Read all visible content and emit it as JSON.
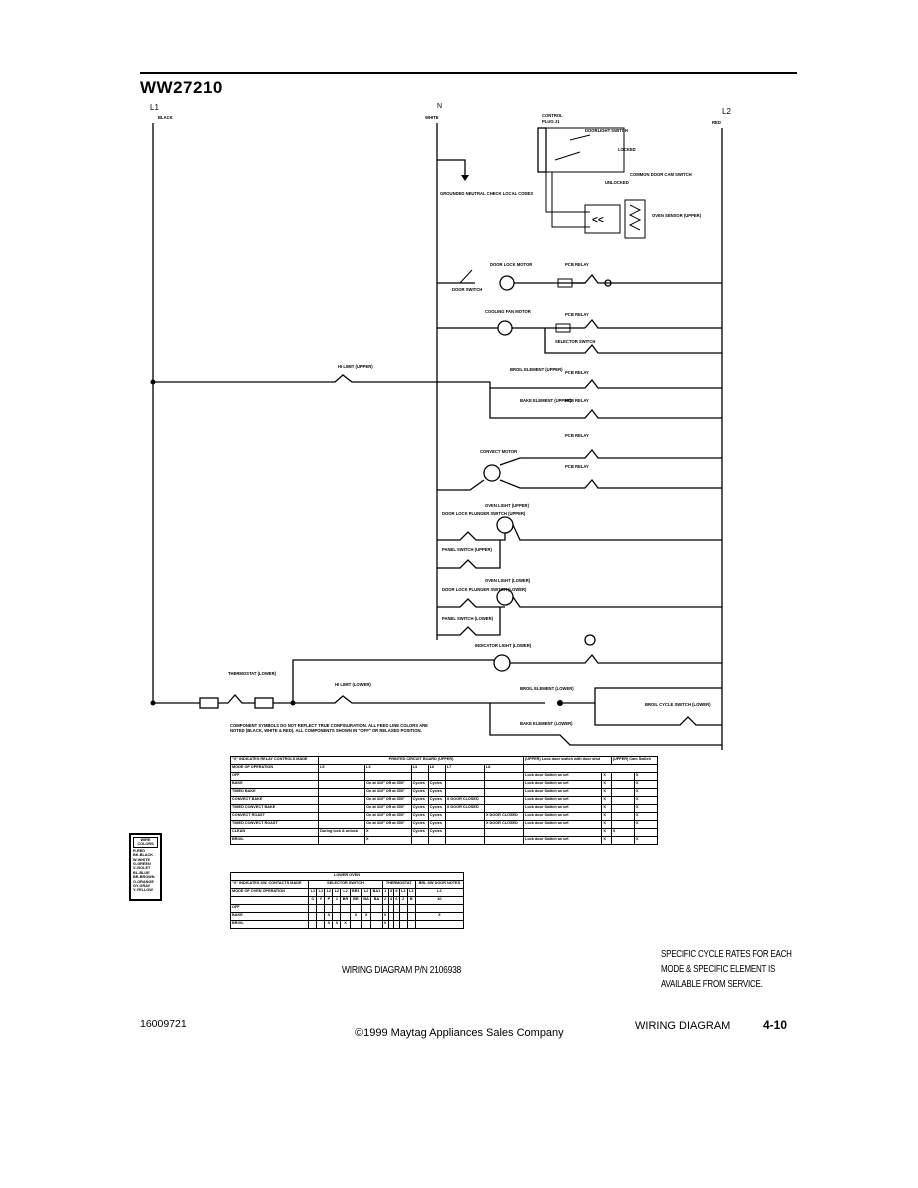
{
  "model": "WW27210",
  "lines": {
    "l1": "L1",
    "l1_color": "BLACK",
    "n": "N",
    "n_color": "WHITE",
    "l2": "L2",
    "l2_color": "RED"
  },
  "components": {
    "control": "CONTROL",
    "control_plug": "PLUG J1",
    "door_light_switch": "DOORLIGHT SWITCH",
    "locked": "LOCKED",
    "unlocked": "UNLOCKED",
    "common_cam_switch": "COMMON DOOR CAM SWITCH",
    "oven_sensor": "OVEN SENSOR (UPPER)",
    "grounded_neutral": "GROUNDED NEUTRAL CHECK LOCAL CODES",
    "door_lock_motor": "DOOR LOCK MOTOR",
    "door_switch": "DOOR SWITCH",
    "cooling_fan_motor": "COOLING FAN MOTOR",
    "selector_switch": "SELECTOR SWITCH",
    "hi_limit_upper": "HI LIMIT (UPPER)",
    "broil_element_upper": "BROIL ELEMENT (UPPER)",
    "bake_element_upper": "BAKE ELEMENT (UPPER)",
    "convect_motor": "CONVECT MOTOR",
    "door_lock_plunger_upper": "DOOR LOCK PLUNGER SWITCH (UPPER)",
    "oven_light_upper": "OVEN LIGHT (UPPER)",
    "panel_switch_upper": "PANEL SWITCH (UPPER)",
    "door_lock_plunger_lower": "DOOR LOCK PLUNGER SWITCH (LOWER)",
    "oven_light_lower": "OVEN LIGHT (LOWER)",
    "panel_switch_lower": "PANEL SWITCH (LOWER)",
    "indicator_light": "INDICATOR LIGHT (LOWER)",
    "thermostat_lower": "THERMOSTAT (LOWER)",
    "hi_limit_lower": "HI LIMIT (LOWER)",
    "broil_element_lower": "BROIL ELEMENT (LOWER)",
    "broil_cycle_switch": "BROIL CYCLE SWITCH (LOWER)",
    "bake_element_lower": "BAKE ELEMENT (LOWER)",
    "pcb_relay": "PCB RELAY"
  },
  "component_note": "COMPONENT SYMBOLS DO NOT REFLECT TRUE CONFIGURATION. ALL FEED LINE COLORS ARE NOTED (BLACK, WHITE & RED). ALL COMPONENTS SHOWN IN \"OFF\" OR RELAXED POSITION.",
  "wire_colors": {
    "title": "WIRE COLORS",
    "items": [
      "R-RED",
      "BK-BLACK",
      "W-WHITE",
      "G-GREEN",
      "V-VIOLET",
      "BL-BLUE",
      "BR-BROWN",
      "O-ORANGE",
      "GY-GRAY",
      "Y-YELLOW"
    ]
  },
  "pcb_table": {
    "corner": "\"X\" INDICATES RELAY CONTROLS MADE",
    "header": "PRINTED CIRCUIT BOARD (UPPER)",
    "upper_lock": "(UPPER) Lock door switch with door shut",
    "upper_cam": "(UPPER) Cam Switch",
    "mode_label": "MODE OF OPERATION",
    "cols": [
      "L5",
      "L3",
      "L4",
      "L6",
      "L7",
      "L8"
    ],
    "rows": [
      [
        "OFF",
        "",
        "",
        "",
        "",
        "",
        "",
        "Lock door Switch as set",
        "X",
        "",
        "X"
      ],
      [
        "BAKE",
        "",
        "On at 310° Off at 300°",
        "Cycles",
        "Cycles",
        "",
        "",
        "Lock door Switch as set",
        "X",
        "",
        "X"
      ],
      [
        "TIMED BAKE",
        "",
        "On at 310° Off at 300°",
        "Cycles",
        "Cycles",
        "",
        "",
        "Lock door Switch as set",
        "X",
        "",
        "X"
      ],
      [
        "CONVECT BAKE",
        "",
        "On at 310° Off at 300°",
        "Cycles",
        "Cycles",
        "X DOOR CLOSED",
        "",
        "Lock door Switch as set",
        "X",
        "",
        "X"
      ],
      [
        "TIMED CONVECT BAKE",
        "",
        "On at 310° Off at 300°",
        "Cycles",
        "Cycles",
        "X DOOR CLOSED",
        "",
        "Lock door Switch as set",
        "X",
        "",
        "X"
      ],
      [
        "CONVECT ROAST",
        "",
        "On at 310° Off at 300°",
        "Cycles",
        "Cycles",
        "",
        "X DOOR CLOSED",
        "Lock door Switch as set",
        "X",
        "",
        "X"
      ],
      [
        "TIMED CONVECT ROAST",
        "",
        "On at 310° Off at 300°",
        "Cycles",
        "Cycles",
        "",
        "X DOOR CLOSED",
        "Lock door Switch as set",
        "X",
        "",
        "X"
      ],
      [
        "CLEAN",
        "During lock & unlock",
        "X",
        "Cycles",
        "Cycles",
        "",
        "",
        "",
        "X",
        "X",
        ""
      ],
      [
        "BROIL",
        "",
        "X",
        "",
        "",
        "",
        "",
        "Lock door Switch as set",
        "X",
        "",
        "X"
      ]
    ]
  },
  "lower_table": {
    "title": "LOWER OVEN",
    "corner": "\"X\" INDICATES SW. CONTACTS MADE",
    "selector": "SELECTOR SWITCH",
    "thermostat": "THERMOSTAT",
    "broil_sw": "BRL SW DOOR NOTES",
    "mode_label": "MODE OF OVEN OPERATION",
    "row_contacts_top": [
      "L1",
      "L1",
      "L2",
      "L2",
      "L2",
      "BR1",
      "L2",
      "BA1",
      "1",
      "3",
      "5",
      "L2",
      "L2",
      "L2"
    ],
    "row_contacts_bot": [
      "C",
      "Y",
      "P",
      "1",
      "BR",
      "BR",
      "BA",
      "BA",
      "2",
      "4",
      "6",
      "2",
      "B",
      "10"
    ],
    "rows": [
      [
        "OFF",
        "",
        "",
        "",
        "",
        "",
        "",
        "",
        "",
        "",
        "",
        "",
        "",
        "",
        ""
      ],
      [
        "BAKE",
        "",
        "",
        "X",
        "",
        "",
        "X",
        "X",
        "",
        "X",
        "",
        "",
        "",
        "",
        "X"
      ],
      [
        "BROIL",
        "",
        "",
        "X",
        "X",
        "X",
        "",
        "",
        "",
        "X",
        "",
        "",
        "",
        "",
        ""
      ]
    ]
  },
  "part_number": "WIRING DIAGRAM P/N 2106938",
  "cycle_note": [
    "SPECIFIC CYCLE RATES FOR EACH",
    "MODE & SPECIFIC ELEMENT IS",
    "AVAILABLE FROM SERVICE."
  ],
  "footer": {
    "doc_number": "16009721",
    "copyright": "©1999 Maytag Appliances Sales Company",
    "label": "WIRING DIAGRAM",
    "page": "4-10"
  }
}
